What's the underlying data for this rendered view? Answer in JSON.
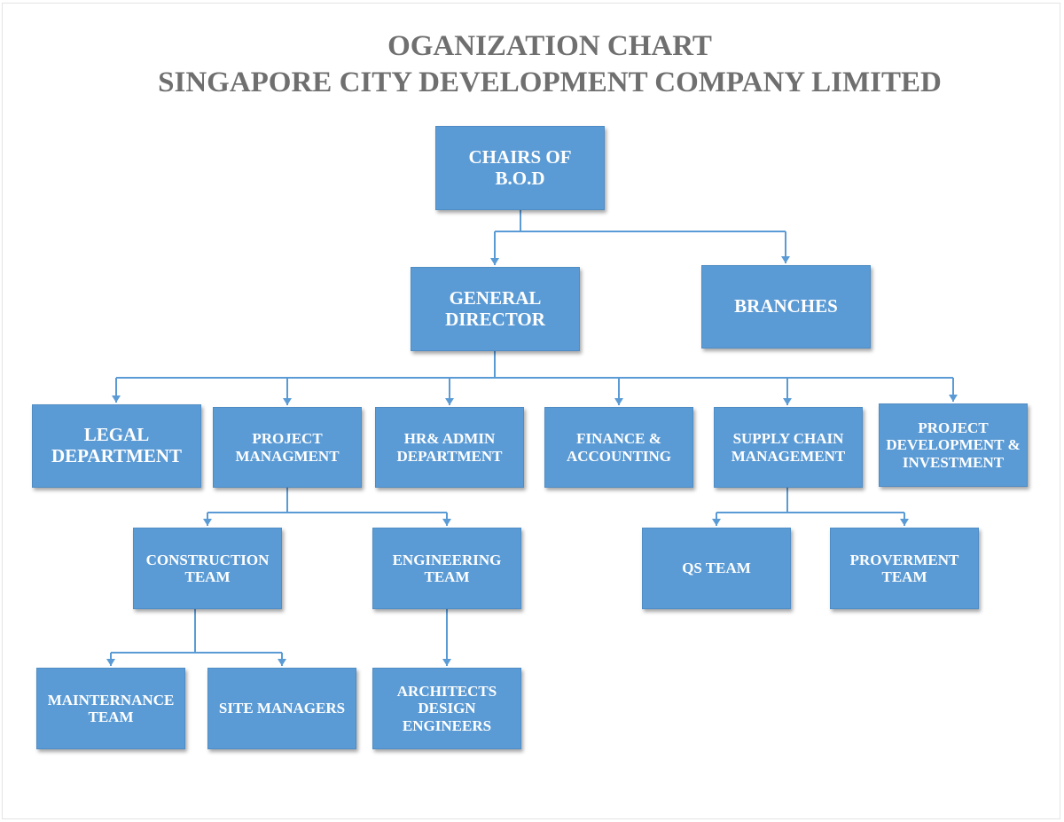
{
  "header": {
    "title_line1": "OGANIZATION CHART",
    "title_line2": "SINGAPORE CITY DEVELOPMENT COMPANY LIMITED"
  },
  "colors": {
    "box_fill": "#5b9bd5",
    "connector": "#5b9bd5",
    "title_text": "#6f6f6f",
    "box_text": "#ffffff"
  },
  "nodes": {
    "chairs_bod": "CHAIRS OF\nB.O.D",
    "general_director": "GENERAL\nDIRECTOR",
    "branches": "BRANCHES",
    "legal_department": "LEGAL\nDEPARTMENT",
    "project_managment": "PROJECT\nMANAGMENT",
    "hr_admin_department": "HR& ADMIN\nDEPARTMENT",
    "finance_accounting": "FINANCE &\nACCOUNTING",
    "supply_chain_management": "SUPPLY CHAIN\nMANAGEMENT",
    "project_development_investment": "PROJECT\nDEVELOPMENT &\nINVESTMENT",
    "construction_team": "CONSTRUCTION\nTEAM",
    "engineering_team": "ENGINEERING\nTEAM",
    "qs_team": "QS TEAM",
    "proverment_team": "PROVERMENT\nTEAM",
    "maintenance_team": "MAINTERNANCE\nTEAM",
    "site_managers": "SITE MANAGERS",
    "architects_design_engineers": "ARCHITECTS\nDESIGN\nENGINEERS"
  }
}
